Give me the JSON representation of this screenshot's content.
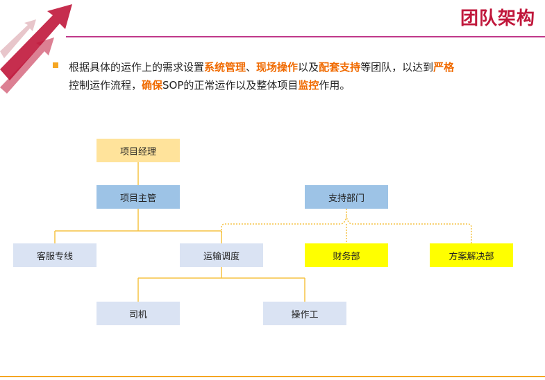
{
  "header": {
    "title": "团队架构"
  },
  "intro": {
    "segments": [
      {
        "text": "根据具体的运作上的需求设置",
        "highlight": false
      },
      {
        "text": "系统管理",
        "highlight": true
      },
      {
        "text": "、",
        "highlight": false
      },
      {
        "text": "现场操作",
        "highlight": true
      },
      {
        "text": "以及",
        "highlight": false
      },
      {
        "text": "配套支持",
        "highlight": true
      },
      {
        "text": "等团队，以达到",
        "highlight": false
      },
      {
        "text": "严格",
        "highlight": true
      },
      {
        "text": "控制运作流程，",
        "highlight": false
      },
      {
        "text": "确保",
        "highlight": true
      },
      {
        "text": "SOP的正常运作以及整体项目",
        "highlight": false
      },
      {
        "text": "监控",
        "highlight": true
      },
      {
        "text": "作用。",
        "highlight": false
      }
    ]
  },
  "org": {
    "manager": "项目经理",
    "supervisor": "项目主管",
    "support": "支持部门",
    "customer_service": "客服专线",
    "dispatch": "运输调度",
    "finance": "财务部",
    "solution": "方案解决部",
    "driver": "司机",
    "operator": "操作工"
  },
  "colors": {
    "title": "#c0173b",
    "highlight": "#f06a00",
    "bullet": "#f5a623",
    "header_line": "#c0398a",
    "connector": "#f5c242",
    "manager_fill": "#ffe39b",
    "supervisor_fill": "#9dc3e6",
    "unit_fill": "#dae3f3",
    "support_unit_fill": "#ffff00",
    "logo_red": "#c0173b"
  }
}
